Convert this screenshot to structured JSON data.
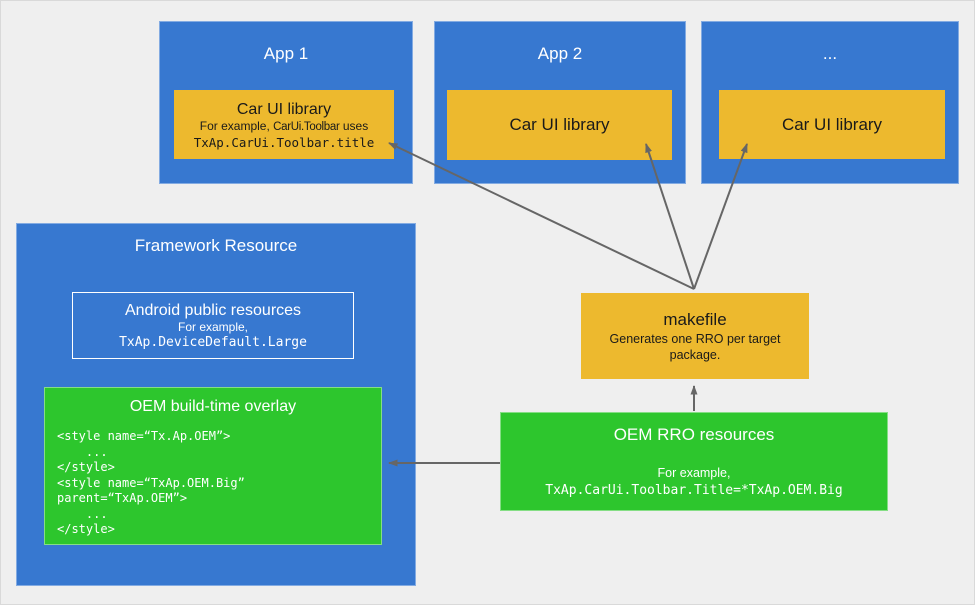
{
  "colors": {
    "background": "#efefef",
    "app_blue": "#3778d0",
    "accent_yellow": "#edb92e",
    "accent_green": "#2dc62d",
    "arrow_gray": "#666666",
    "text_on_blue": "#ffffff",
    "text_on_yellow": "#1a1a1a",
    "text_on_green": "#ffffff"
  },
  "apps": [
    {
      "title": "App 1",
      "library": {
        "title": "Car UI library",
        "example_prefix": "For example, ",
        "example_code": "CarUi.Toolbar",
        "example_suffix": " uses",
        "example_line2": "TxAp.CarUi.Toolbar.title"
      }
    },
    {
      "title": "App 2",
      "library": {
        "title": "Car UI library"
      }
    },
    {
      "title": "...",
      "library": {
        "title": "Car UI library"
      }
    }
  ],
  "framework": {
    "title": "Framework Resource",
    "public_resources": {
      "title": "Android public resources",
      "subtitle": "For example,",
      "code": "TxAp.DeviceDefault.Large"
    },
    "overlay": {
      "title": "OEM build-time overlay",
      "code_lines": [
        "<style name=“Tx.Ap.OEM”>",
        "    ...",
        "</style>",
        "<style name=“TxAp.OEM.Big”",
        "parent=“TxAp.OEM”>",
        "    ...",
        "</style>"
      ]
    }
  },
  "makefile": {
    "title": "makefile",
    "subtitle": "Generates one RRO per target package."
  },
  "rro": {
    "title": "OEM RRO resources",
    "subtitle": "For example,",
    "code": "TxAp.CarUi.Toolbar.Title=*TxAp.OEM.Big"
  }
}
